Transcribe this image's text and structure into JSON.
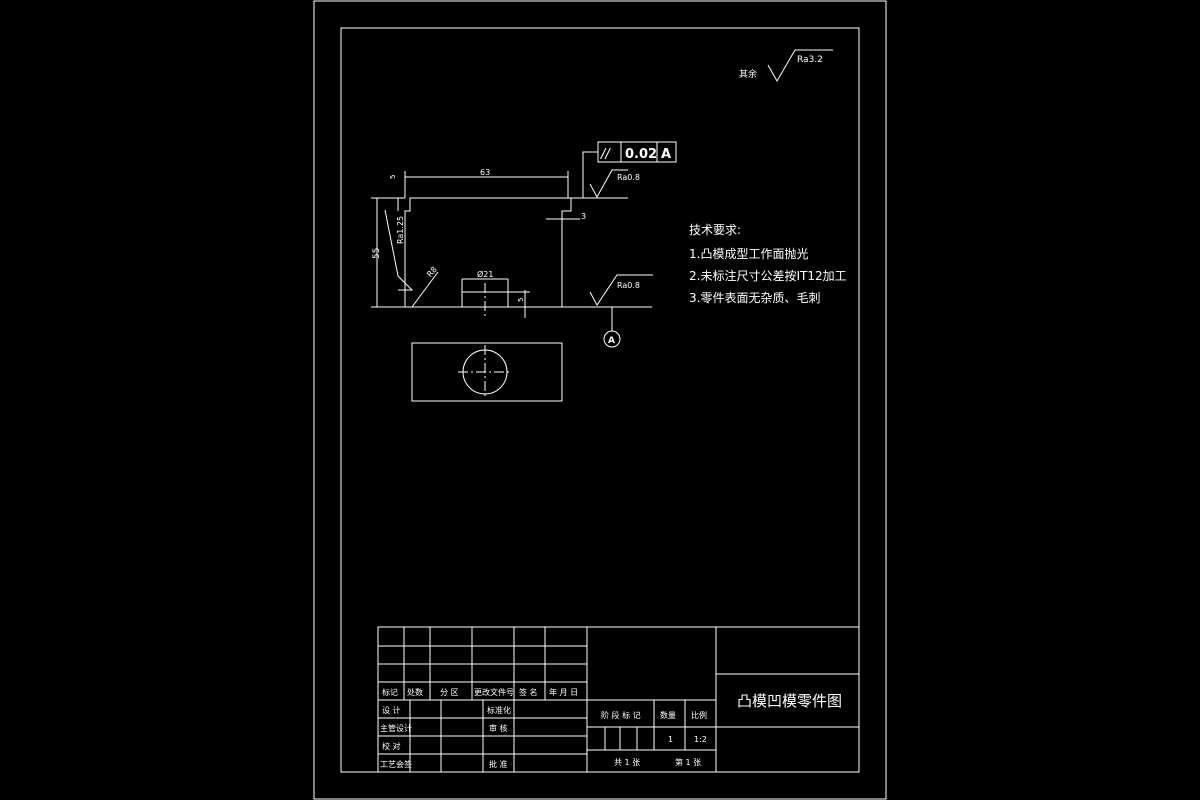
{
  "roughness": {
    "remaining_label": "其余",
    "remaining_value": "Ra3.2",
    "top_face": "Ra0.8",
    "bottom_face": "Ra0.8",
    "slope_face": "Ra1.25"
  },
  "tolerance_frame": {
    "symbol": "//",
    "value": "0.02",
    "datum": "A"
  },
  "datum_label": "A",
  "dimensions": {
    "length": "63",
    "height": "55",
    "step_top": "5",
    "step_right": "3",
    "radius": "R8",
    "diameter": "Ø21",
    "boss_height": "5"
  },
  "tech_requirements": {
    "title": "技术要求:",
    "items": [
      "1.凸模成型工作面抛光",
      "2.未标注尺寸公差按IT12加工",
      "3.零件表面无杂质、毛刺"
    ]
  },
  "title_block": {
    "change_headers": [
      "标记",
      "处数",
      "分 区",
      "更改文件号",
      "签 名",
      "年 月 日"
    ],
    "left_rows": [
      "设 计",
      "主管设计",
      "校 对",
      "工艺会签"
    ],
    "mid_labels": [
      "标准化",
      "审 核",
      "批 准"
    ],
    "stage_label": "阶 段 标 记",
    "qty_label": "数量",
    "scale_label": "比例",
    "qty_value": "1",
    "scale_value": "1:2",
    "sheet_total": "共 1 张",
    "sheet_no": "第 1 张",
    "drawing_title": "凸模凹模零件图"
  }
}
